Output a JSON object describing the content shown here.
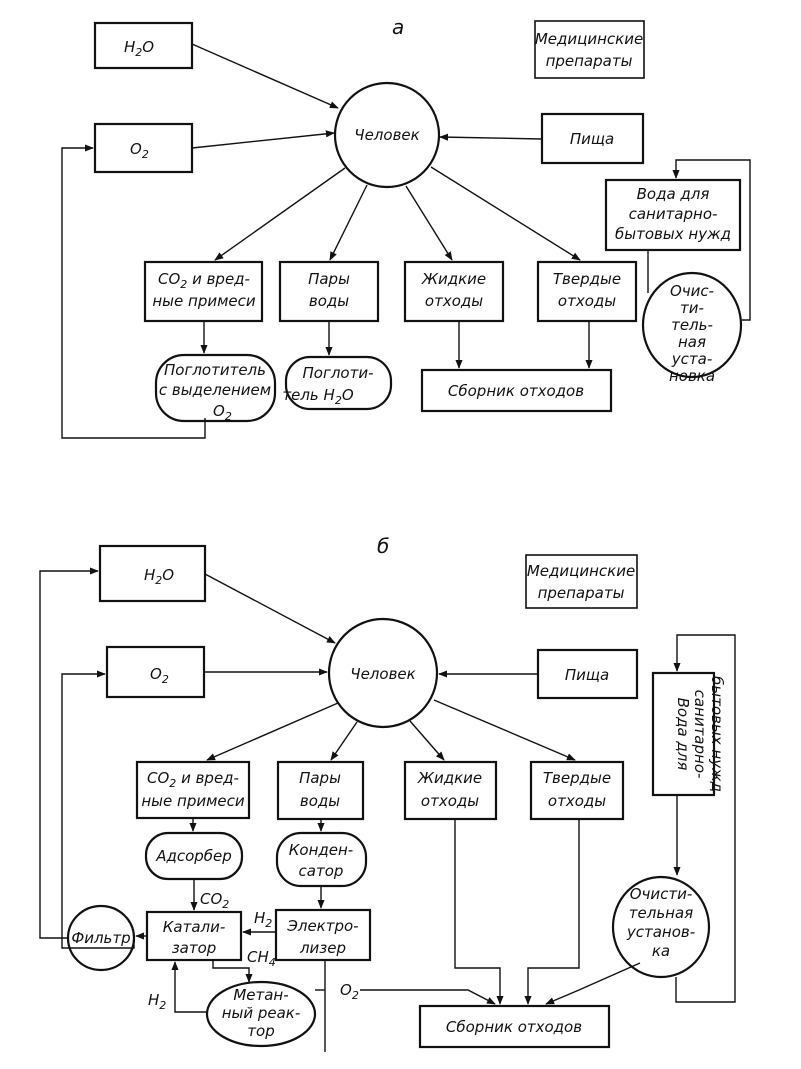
{
  "labels": {
    "a": "а",
    "b": "б"
  },
  "nodes": {
    "h2o_main": "H",
    "h2o_sub": "2",
    "h2o_tail": "O",
    "o2_main": "O",
    "o2_sub": "2",
    "co2_main": "CO",
    "co2_sub": "2",
    "co2_tail": " и вред-",
    "harmful_line2": "ные примеси",
    "chelovek": "Человек",
    "pishcha": "Пища",
    "med_line1": "Медицинские",
    "med_line2": "препараты",
    "pary_line1": "Пары",
    "pary_line2": "воды",
    "zhidkie_line1": "Жидкие",
    "zhidkie_line2": "отходы",
    "tverdye_line1": "Твердые",
    "tverdye_line2": "отходы",
    "voda_line1": "Вода для",
    "voda_line2": "санитарно-",
    "voda_line3": "бытовых нужд",
    "sbornik": "Сборник отходов",
    "absorber_line1": "Поглотитель",
    "absorber_line2": "с выделением",
    "absorber_o2_main": "O",
    "absorber_o2_sub": "2",
    "h2oabs_line1": "Поглоти-",
    "h2oabs_line2": "тель H",
    "h2oabs_sub": "2",
    "h2oabs_tail": "O",
    "ochist_a_1": "Очис-",
    "ochist_a_2": "ти-",
    "ochist_a_3": "тель-",
    "ochist_a_4": "ная",
    "ochist_a_5": "уста-",
    "ochist_a_6": "новка",
    "adsorber": "Адсорбер",
    "konden_line1": "Конден-",
    "konden_line2": "сатор",
    "katal_line1": "Катали-",
    "katal_line2": "затор",
    "elektro_line1": "Электро-",
    "elektro_line2": "лизер",
    "filtr": "Фильтр",
    "metan_line1": "Метан-",
    "metan_line2": "ный реак-",
    "metan_line3": "тор",
    "ochist_b_1": "Очисти-",
    "ochist_b_2": "тельная",
    "ochist_b_3": "установ-",
    "ochist_b_4": "ка",
    "lbl_co2_main": "CO",
    "lbl_co2_sub": "2",
    "lbl_h2_main": "H",
    "lbl_h2_sub": "2",
    "lbl_ch4_main": "CH",
    "lbl_ch4_sub": "4",
    "lbl_h2b_main": "H",
    "lbl_h2b_sub": "2",
    "lbl_o2_main": "O",
    "lbl_o2_sub": "2"
  }
}
